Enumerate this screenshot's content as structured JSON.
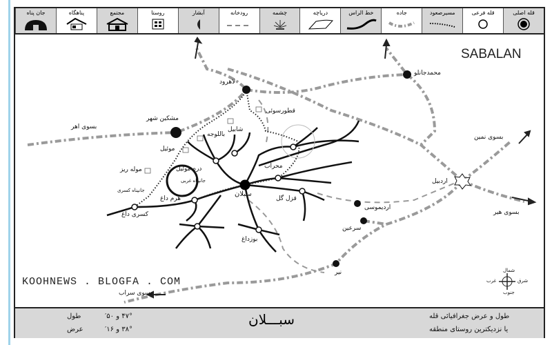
{
  "legend": [
    {
      "label": "قله اصلی",
      "icon": "main-peak-icon"
    },
    {
      "label": "قله فرعی",
      "icon": "sub-peak-icon"
    },
    {
      "label": "مسیرصعود",
      "icon": "climbing-route-icon"
    },
    {
      "label": "جاده",
      "icon": "road-icon"
    },
    {
      "label": "خط الراس",
      "icon": "ridge-line-icon"
    },
    {
      "label": "دریاچه",
      "icon": "lake-icon"
    },
    {
      "label": "چشمه",
      "icon": "spring-icon"
    },
    {
      "label": "رودخانه",
      "icon": "river-icon"
    },
    {
      "label": "آبشار",
      "icon": "waterfall-icon"
    },
    {
      "label": "روستا",
      "icon": "village-icon"
    },
    {
      "label": "مجتمع",
      "icon": "complex-icon"
    },
    {
      "label": "پناهگاه",
      "icon": "shelter-icon"
    },
    {
      "label": "جان پناه",
      "icon": "refuge-icon"
    }
  ],
  "map": {
    "title": "SABALAN",
    "website": "KOOHNEWS . BLOGFA . COM",
    "places": {
      "sabalan": "سبلان",
      "lahrud": "لاهرود",
      "meshginshahr": "مشکین شهر",
      "mohammadjanlu": "محمدجانلو",
      "ardabil": "اردبیل",
      "ardimusi": "اردیموسی",
      "sarein": "سرعین",
      "nir": "نیر",
      "to_ahar": "بسوی اهر",
      "to_namin": "بسوی نمین",
      "to_hir": "بسوی هیر",
      "to_sarab": "بسوی سراب",
      "qatursui": "قطورسوئی",
      "shabil": "شابیل",
      "baluja": "باللوجه",
      "muil": "موئیل",
      "darre_muil": "دره موئیل",
      "mule_riz": "موله ریز",
      "refuge_kasri": "جانپناه کسری",
      "refuge_gharbi": "جانپناه غربی",
      "kasri_dagh": "کسری داغ",
      "heram_dagh": "هرم داغ",
      "qezel_gol": "قزل گل",
      "buzdagh": "بوزداغ",
      "mehrab": "محراب"
    },
    "compass": {
      "n": "شمال",
      "s": "جنوب",
      "e": "شرق",
      "w": "غرب"
    }
  },
  "footer": {
    "peak_name": "سبـــلان",
    "longitude_label": "طول",
    "longitude_value": "۴۷° و ۵۰′",
    "latitude_label": "عرض",
    "latitude_value": "۳۸° و ۱۶′",
    "note_line1": "طول و عرض جغرافیائی قله",
    "note_line2": "یا نزدیکترین روستای منطقه"
  },
  "colors": {
    "road": "#9a9a9a",
    "river": "#111111",
    "legend_shade": "#d6d6d6"
  }
}
